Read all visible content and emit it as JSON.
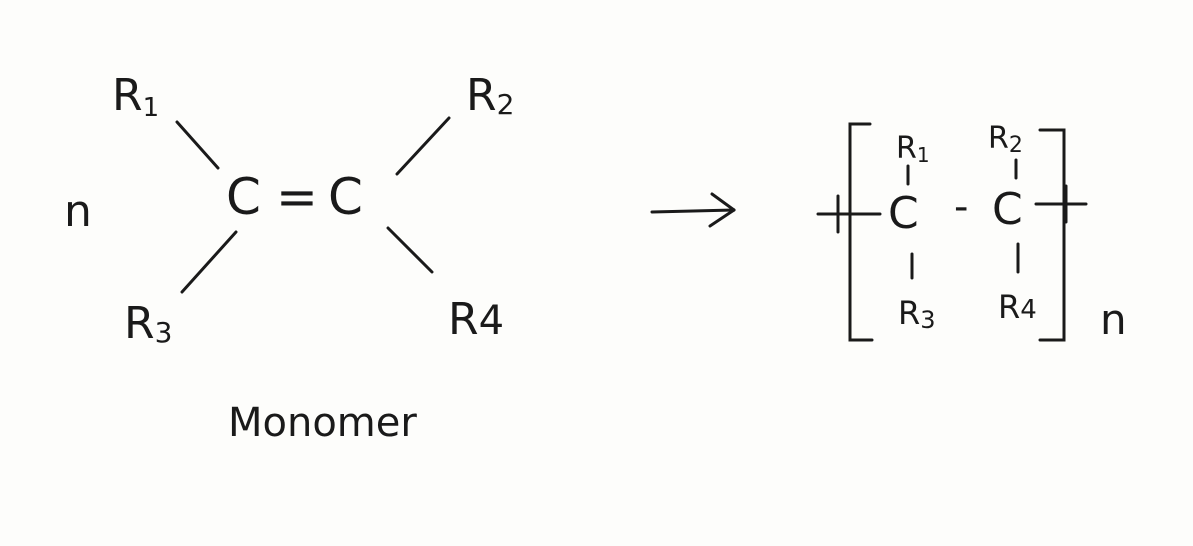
{
  "monomer": {
    "coefficient": "n",
    "carbon_left": "C",
    "double_bond": "=",
    "carbon_right": "C",
    "substituents": {
      "r1": {
        "letter": "R",
        "sub": "1"
      },
      "r2": {
        "letter": "R",
        "sub": "2"
      },
      "r3": {
        "letter": "R",
        "sub": "3"
      },
      "r4": {
        "letter": "R",
        "sub": "4"
      }
    },
    "caption": "Monomer"
  },
  "polymer": {
    "repeat_count": "n",
    "carbon_left": "C",
    "bond_dash": "-",
    "carbon_right": "C",
    "substituents": {
      "r1": {
        "letter": "R",
        "sub": "1"
      },
      "r2": {
        "letter": "R",
        "sub": "2"
      },
      "r3": {
        "letter": "R",
        "sub": "3"
      },
      "r4": {
        "letter": "R",
        "sub": "4"
      }
    }
  },
  "colors": {
    "ink": "#1a1a1a",
    "paper": "#fdfdfb"
  },
  "icons": {
    "reaction_arrow": "right-arrow-icon"
  }
}
